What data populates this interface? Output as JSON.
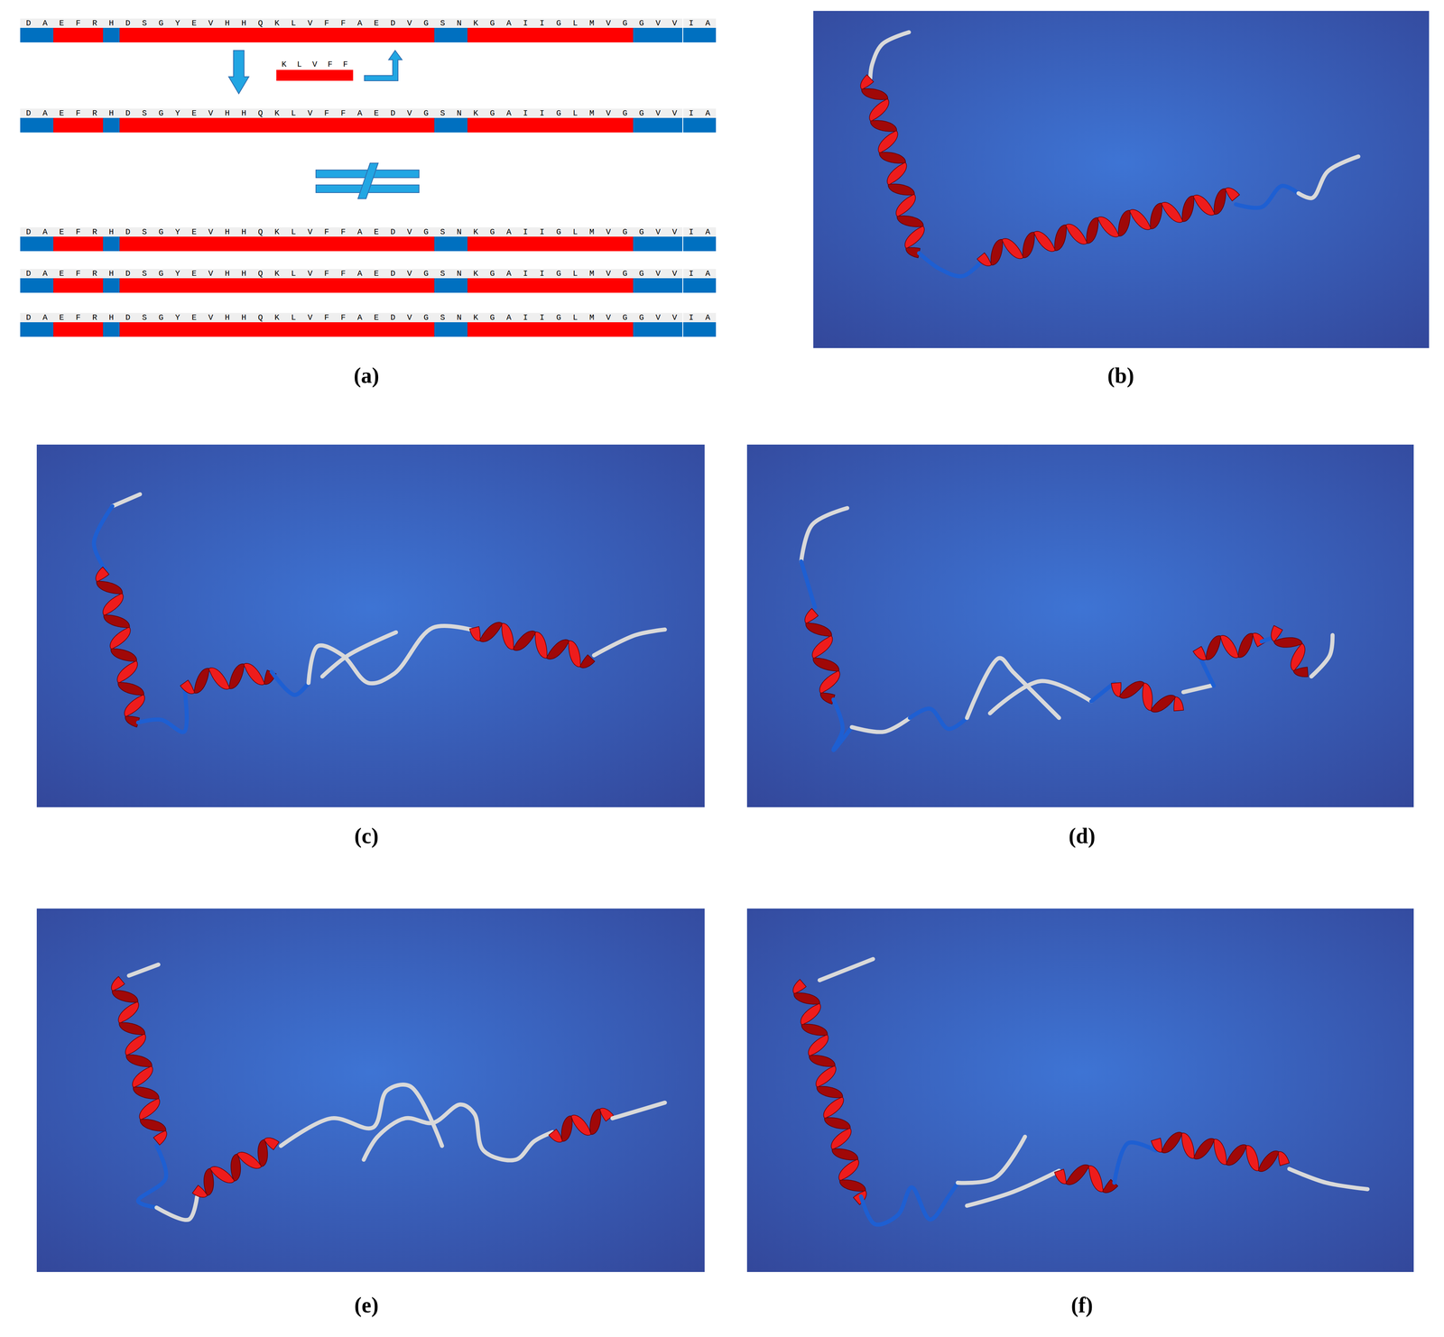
{
  "diagram": {
    "labels": [
      "D A E F R H D S G Y E V H H Q K L V F F A E D V G S N K G A I I G L M V G G V V I A",
      "K L V F F",
      "D A E F R H D S G Y E V H H Q K L V F F A E D V G S N K G A I I G L M V G G V V I A",
      "D A E F R H D S G Y E V H H Q K L V F F A E D V G S N K G A I I G L M V G G V V I A",
      "D A E F R H D S G Y E V H H Q K L V F F A E D V G S N K G A I I G L M V G G V V I A",
      "D A E F R H D S G Y E V H H Q K L V F F A E D V G S N K G A I I G L M V G G V V I A",
      "(a)",
      "(b)",
      "(c)",
      "(d)",
      "(e)",
      "(f)"
    ]
  }
}
